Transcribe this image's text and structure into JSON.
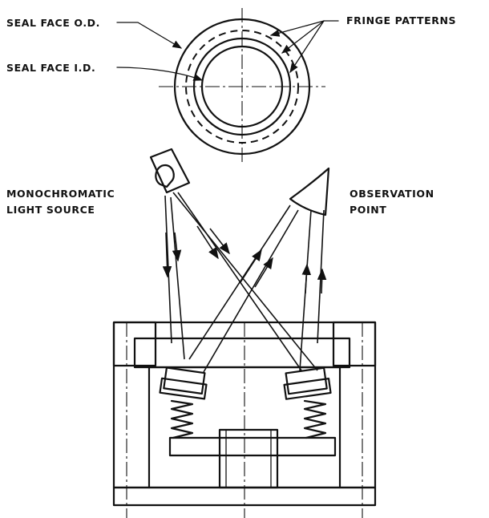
{
  "labels": {
    "seal_face_od": "SEAL FACE O.D.",
    "seal_face_id": "SEAL FACE I.D.",
    "fringe_patterns": "FRINGE PATTERNS",
    "light_source_line1": "MONOCHROMATIC",
    "light_source_line2": "LIGHT SOURCE",
    "observation_line1": "OBSERVATION",
    "observation_line2": "POINT"
  },
  "colors": {
    "ink": "#111111",
    "background": "#ffffff"
  }
}
